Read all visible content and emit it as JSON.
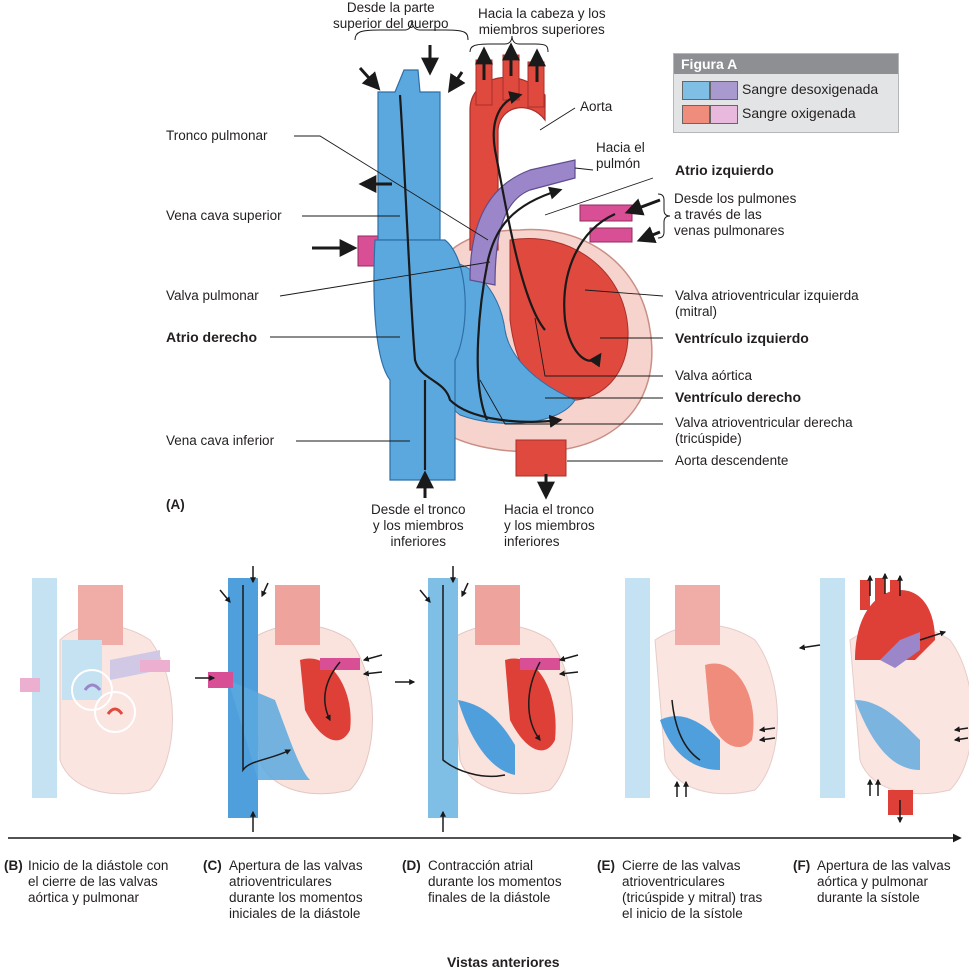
{
  "legend": {
    "title": "Figura A",
    "items": [
      {
        "label": "Sangre desoxigenada",
        "color1": "#7fbfe6",
        "color2": "#a899cf"
      },
      {
        "label": "Sangre oxigenada",
        "color1": "#f08c7c",
        "color2": "#e9b9dd"
      }
    ]
  },
  "colors": {
    "deoxy_blue": "#4f9fdc",
    "deoxy_purple": "#9a86c8",
    "oxy_red": "#de3f36",
    "oxy_pink": "#d94f96",
    "myocardium": "#f6c7bd",
    "flow_line": "#1a1a1a"
  },
  "main": {
    "top_left": "Desde la parte\nsuperior del cuerpo",
    "top_right": "Hacia la cabeza y los\nmiembros superiores",
    "aorta": "Aorta",
    "hacia_pulmon": "Hacia el\npulmón",
    "atrio_izq": "Atrio izquierdo",
    "desde_pulmones": "Desde los pulmones\na través de las\nvenas pulmonares",
    "valva_mitral": "Valva atrioventricular izquierda\n(mitral)",
    "ventriculo_izq": "Ventrículo izquierdo",
    "valva_aortica": "Valva aórtica",
    "ventriculo_der": "Ventrículo derecho",
    "valva_tricuspide": "Valva atrioventricular derecha\n(tricúspide)",
    "aorta_desc": "Aorta descendente",
    "tronco_pulmonar": "Tronco pulmonar",
    "vena_cava_sup": "Vena cava superior",
    "valva_pulmonar": "Valva pulmonar",
    "atrio_der": "Atrio derecho",
    "vena_cava_inf": "Vena cava inferior",
    "panel_label": "(A)",
    "desde_tronco": "Desde el tronco\ny los miembros\ninferiores",
    "hacia_tronco": "Hacia el tronco\ny los miembros\ninferiores"
  },
  "panels": [
    {
      "key": "(B)",
      "caption": "Inicio de la diástole con\nel cierre de las valvas\naórtica y pulmonar"
    },
    {
      "key": "(C)",
      "caption": "Apertura de las valvas\natrioventriculares\ndurante los momentos\niniciales de la diástole"
    },
    {
      "key": "(D)",
      "caption": "Contracción atrial\ndurante los momentos\nfinales de la diástole"
    },
    {
      "key": "(E)",
      "caption": "Cierre de las valvas\natrioventriculares\n(tricúspide y mitral) tras\nel inicio de la sístole"
    },
    {
      "key": "(F)",
      "caption": "Apertura de las valvas\naórtica y pulmonar\ndurante la sístole"
    }
  ],
  "footer": "Vistas anteriores"
}
